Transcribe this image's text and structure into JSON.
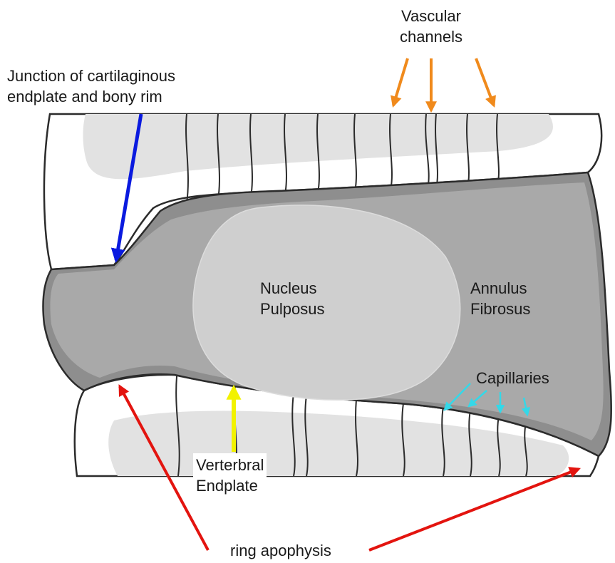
{
  "labels": {
    "vascular_channels": [
      "Vascular",
      "channels"
    ],
    "junction": [
      "Junction of cartilaginous",
      "endplate and bony rim"
    ],
    "nucleus_pulposus": [
      "Nucleus",
      "Pulposus"
    ],
    "annulus_fibrosus": [
      "Annulus",
      "Fibrosus"
    ],
    "capillaries": "Capillaries",
    "vertebral_endplate": [
      "Verterbral",
      "Endplate"
    ],
    "ring_apophysis": "ring apophysis"
  },
  "colors": {
    "vascular_arrows": "#f08a1c",
    "junction_arrow": "#0a1adf",
    "endplate_arrow": "#f2f200",
    "capillary_arrows": "#34d8e8",
    "ring_arrows": "#e3140f",
    "disc_dark": "#8e8e8e",
    "annulus": "#a9a9a9",
    "nucleus": "#cfcfcf",
    "bone_marrow": "#e2e2e2",
    "outline": "#2b2b2b"
  }
}
